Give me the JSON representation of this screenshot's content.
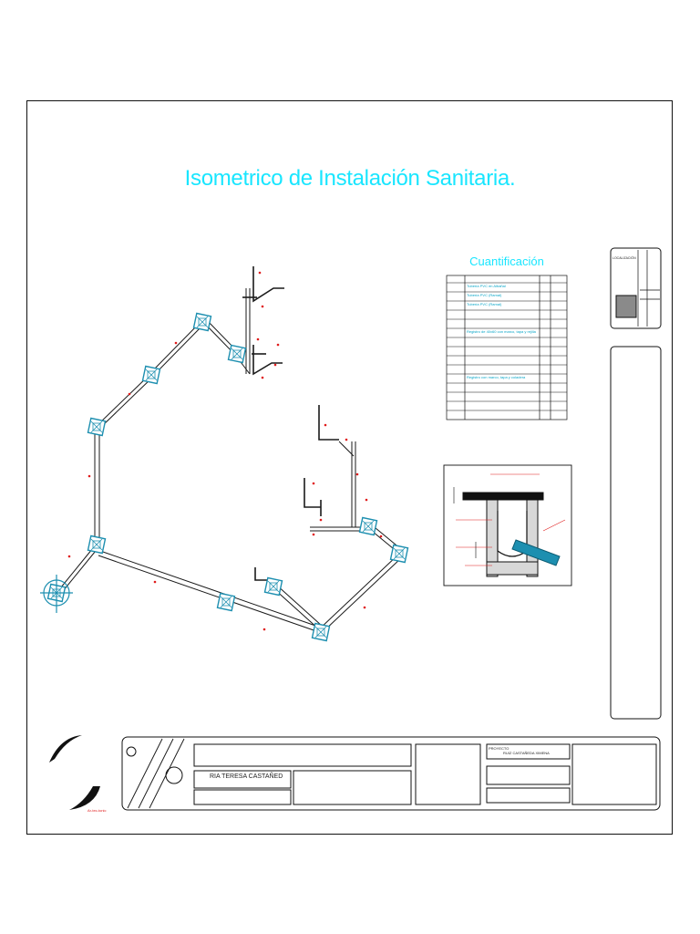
{
  "drawing": {
    "title": "Isometrico de Instalación Sanitaria.",
    "colors": {
      "accent": "#19e6ff",
      "pipe": "#1a1a1a",
      "fitting": "#1d8fb0",
      "dims": "#e01b1b",
      "frame": "#111111"
    }
  },
  "quantification": {
    "title": "Cuantificación",
    "rows": [
      "Tubería PVC en Albañal",
      "Tubería PVC (Ramal)",
      "Tubería PVC (Ramal)",
      "",
      "",
      "Registro de 40x60 con marco, tapa y rejilla",
      "",
      "",
      "",
      "",
      "Registro con marco, tapa y coladera",
      "",
      "",
      "",
      ""
    ]
  },
  "title_block": {
    "owner": "RIA TERESA CASTAÑED",
    "project_label": "PROYECTO",
    "project_value": "RUIZ CASTAÑEDA XIMENA",
    "logo_caption": "Ar-tec-tonic"
  },
  "location_label": "LOCALIZACIÓN"
}
